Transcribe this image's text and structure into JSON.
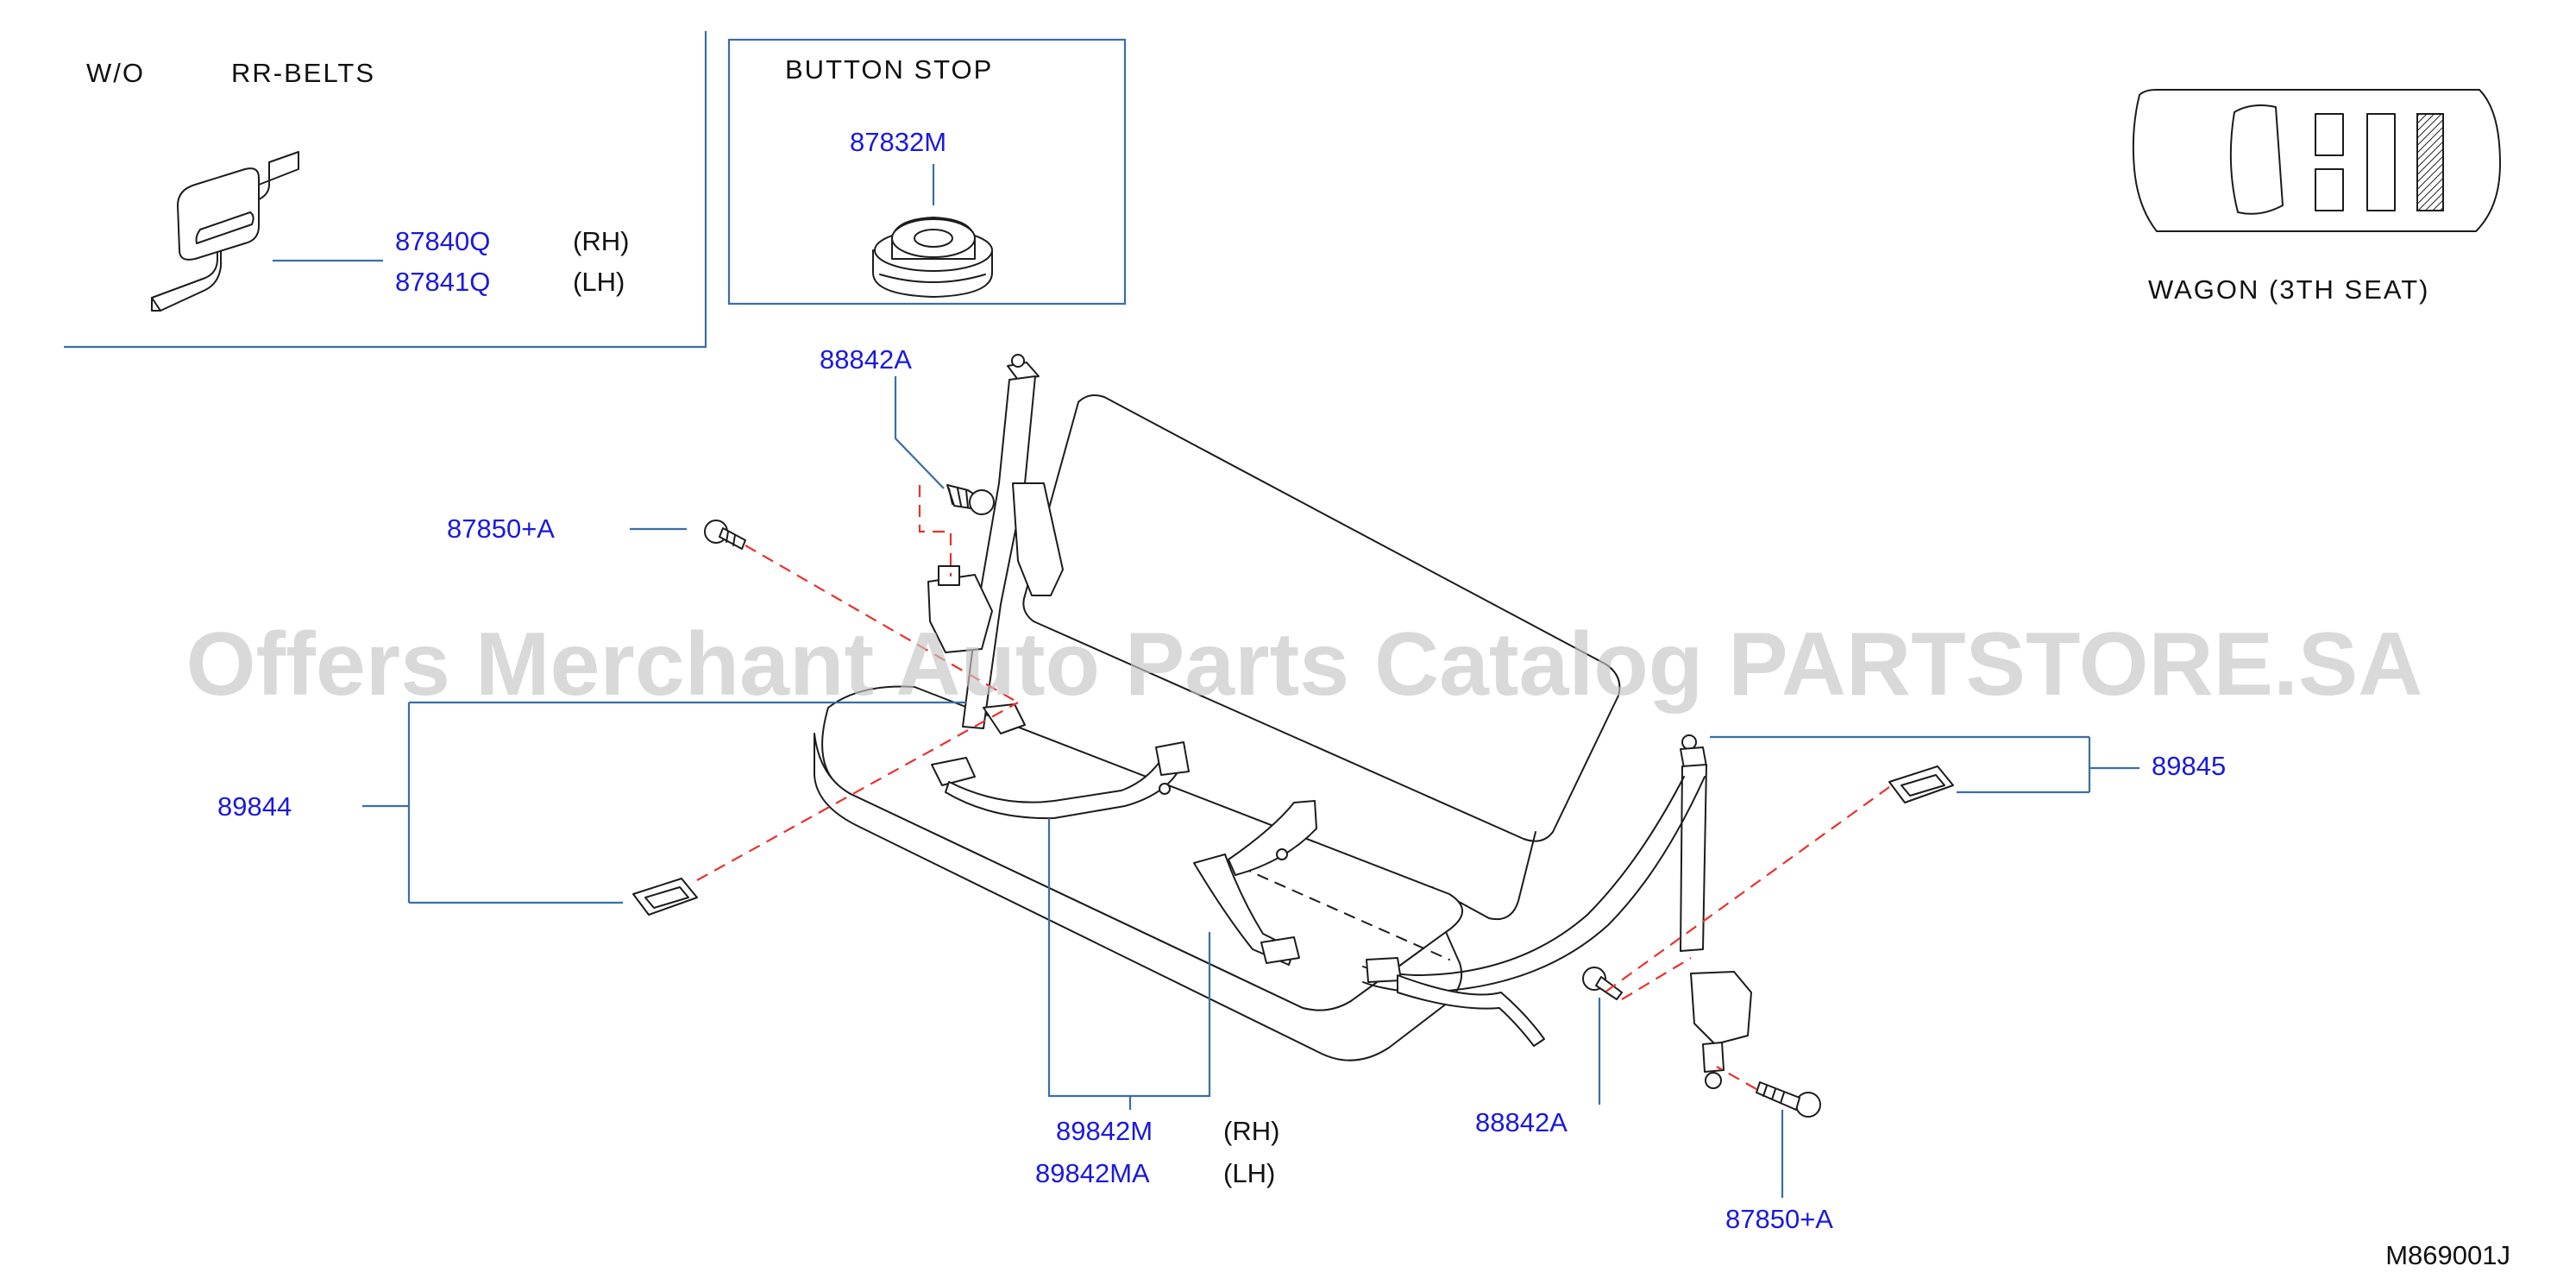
{
  "drawing_id": "M869001J",
  "watermark": "Offers Merchant Auto Parts Catalog PARTSTORE.SA",
  "inset_no_belts": {
    "condition_a": "W/O",
    "condition_b": "RR-BELTS",
    "part_rh": "87840Q",
    "side_rh": "(RH)",
    "part_lh": "87841Q",
    "side_lh": "(LH)"
  },
  "inset_button_stop": {
    "title": "BUTTON  STOP",
    "part": "87832M"
  },
  "vehicle_locator": {
    "caption": "WAGON  (3TH  SEAT)"
  },
  "callouts": {
    "anchor_bolt_upper": "88842A",
    "bolt_left": "87850+A",
    "buckle_left": "89844",
    "buckle_right": "89845",
    "anchor_bolt_lower": "88842A",
    "bolt_right": "87850+A",
    "belt_center_rh": "89842M",
    "belt_center_rh_side": "(RH)",
    "belt_center_lh": "89842MA",
    "belt_center_lh_side": "(LH)"
  },
  "colors": {
    "part_number": "#1a1adc",
    "leader_line": "#3a6ea8",
    "assembly_dash": "#e8322e"
  }
}
